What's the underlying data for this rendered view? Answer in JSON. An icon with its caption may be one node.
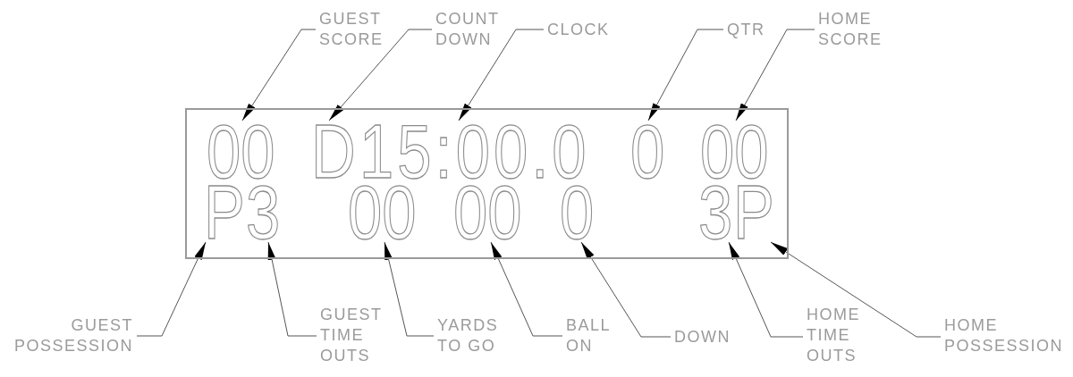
{
  "diagram": {
    "nodes": [
      {
        "text": [
          "GUEST SCORE"
        ]
      },
      {
        "text": [
          "COUNT DOWN"
        ]
      },
      {
        "text": [
          "CLOCK"
        ]
      },
      {
        "text": [
          "QTR"
        ]
      },
      {
        "text": [
          "HOME SCORE"
        ]
      },
      {
        "text": [],
        "shape": "box"
      },
      {
        "text": [
          "00"
        ],
        "in": 5
      },
      {
        "text": [
          "D"
        ],
        "in": 5
      },
      {
        "text": [
          "15:00.0"
        ],
        "in": 5
      },
      {
        "text": [
          "0"
        ],
        "in": 5
      },
      {
        "text": [
          "00"
        ],
        "in": 5
      },
      {
        "text": [
          "P"
        ],
        "in": 5
      },
      {
        "text": [
          "3"
        ],
        "in": 5
      },
      {
        "text": [
          "00"
        ],
        "in": 5
      },
      {
        "text": [
          "00"
        ],
        "in": 5
      },
      {
        "text": [
          "0"
        ],
        "in": 5
      },
      {
        "text": [
          "3"
        ],
        "in": 5
      },
      {
        "text": [
          "P"
        ],
        "in": 5
      },
      {
        "text": [
          "GUEST POSSESSION"
        ]
      },
      {
        "text": [
          "GUEST TIME OUTS"
        ]
      },
      {
        "text": [
          "YARDS TO GO"
        ]
      },
      {
        "text": [
          "BALL ON"
        ]
      },
      {
        "text": [
          "DOWN"
        ]
      },
      {
        "text": [
          "HOME TIME OUTS"
        ]
      },
      {
        "text": [
          "HOME POSSESSION"
        ]
      }
    ],
    "edges": [
      {
        "from": 0,
        "to": 6,
        "arrow": "to"
      },
      {
        "from": 1,
        "to": 7,
        "arrow": "to"
      },
      {
        "from": 2,
        "to": 8,
        "arrow": "to"
      },
      {
        "from": 3,
        "to": 9,
        "arrow": "to"
      },
      {
        "from": 4,
        "to": 10,
        "arrow": "to"
      },
      {
        "from": 18,
        "to": 11,
        "arrow": "to"
      },
      {
        "from": 19,
        "to": 12,
        "arrow": "to"
      },
      {
        "from": 20,
        "to": 13,
        "arrow": "to"
      },
      {
        "from": 21,
        "to": 14,
        "arrow": "to"
      },
      {
        "from": 22,
        "to": 15,
        "arrow": "to"
      },
      {
        "from": 23,
        "to": 16,
        "arrow": "to"
      },
      {
        "from": 24,
        "to": 17,
        "arrow": "to"
      }
    ]
  }
}
